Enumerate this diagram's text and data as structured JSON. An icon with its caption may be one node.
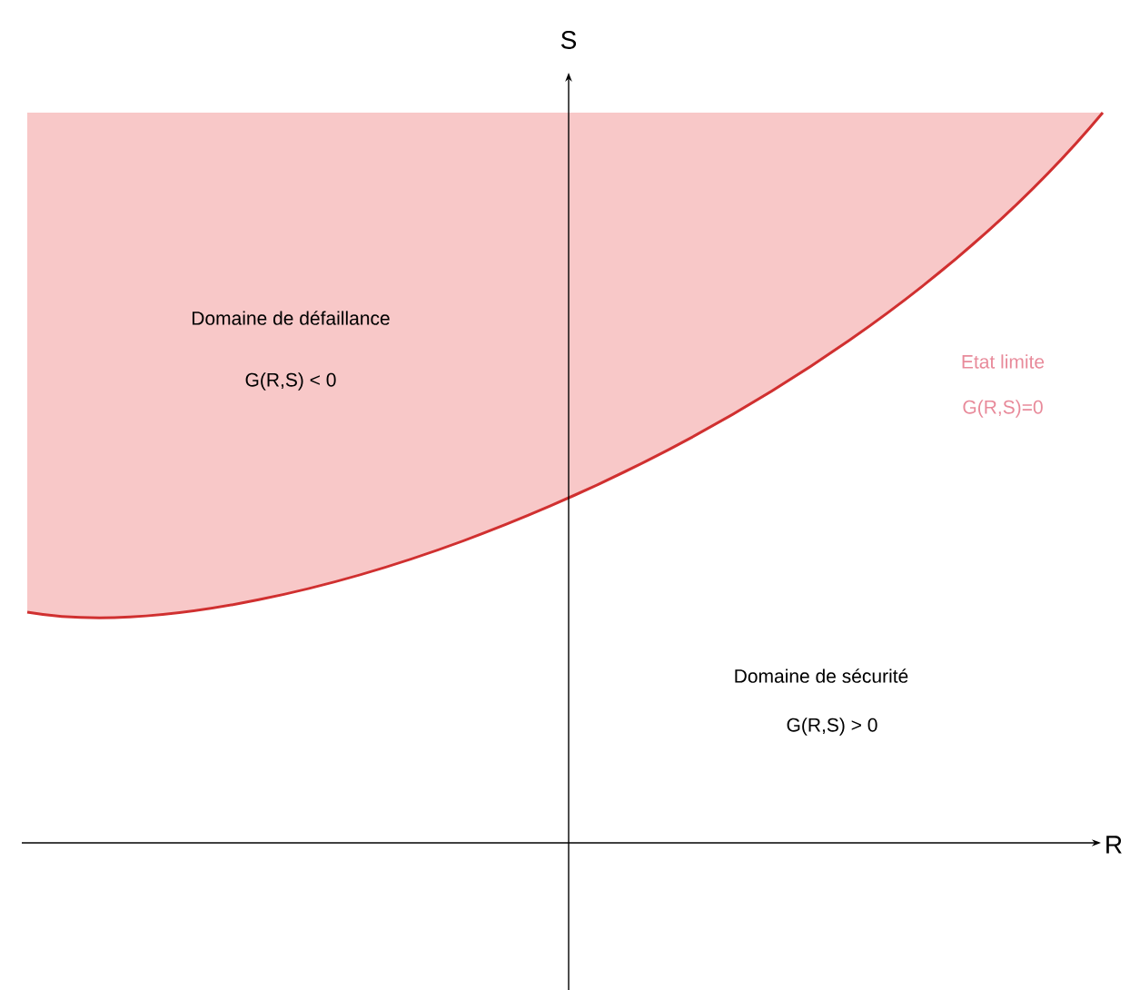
{
  "diagram": {
    "labels": [
      "S",
      "Domaine de défaillance",
      "G(R,S) < 0",
      "Etat limite",
      "G(R,S)=0",
      "Domaine de sécurité",
      "G(R,S) > 0",
      "R"
    ]
  }
}
